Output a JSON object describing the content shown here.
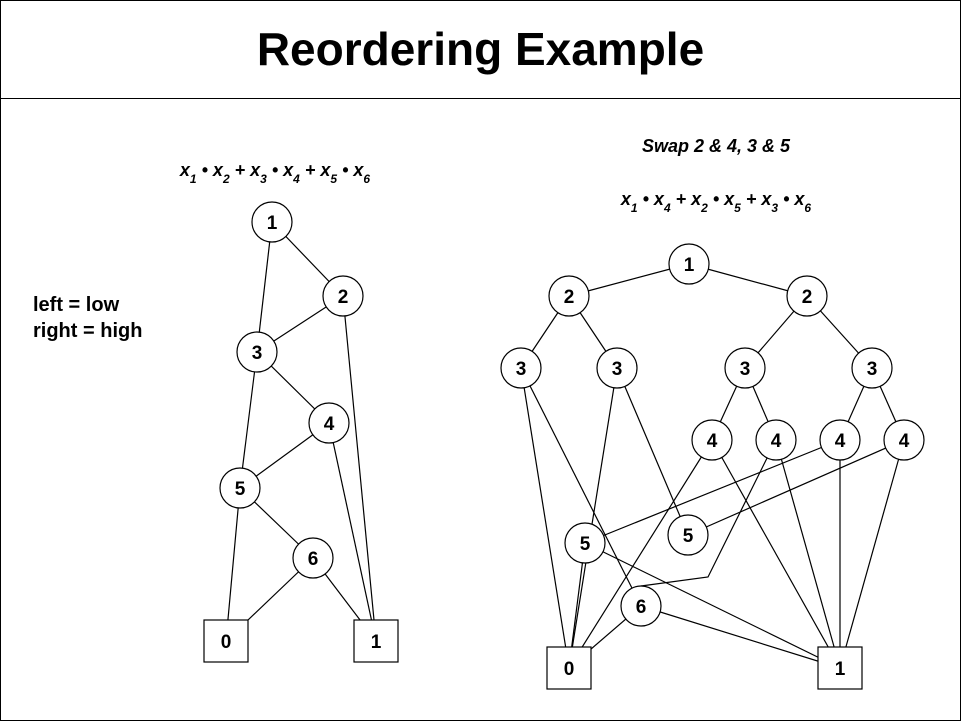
{
  "title": "Reordering Example",
  "left": {
    "expression": {
      "parts": [
        {
          "t": "x",
          "s": "1"
        },
        {
          "t": " • x",
          "s": "2"
        },
        {
          "t": " + x",
          "s": "3"
        },
        {
          "t": " • x",
          "s": "4"
        },
        {
          "t": " + x",
          "s": "5"
        },
        {
          "t": " • x",
          "s": "6"
        }
      ]
    },
    "note_line1": "left = low",
    "note_line2": "right = high",
    "nodes": [
      {
        "id": "L1",
        "label": "1"
      },
      {
        "id": "L2",
        "label": "2"
      },
      {
        "id": "L3",
        "label": "3"
      },
      {
        "id": "L4",
        "label": "4"
      },
      {
        "id": "L5",
        "label": "5"
      },
      {
        "id": "L6",
        "label": "6"
      },
      {
        "id": "L0t",
        "label": "0",
        "terminal": true
      },
      {
        "id": "L1t",
        "label": "1",
        "terminal": true
      }
    ]
  },
  "right": {
    "caption": "Swap 2 & 4, 3 & 5",
    "expression": {
      "parts": [
        {
          "t": "x",
          "s": "1"
        },
        {
          "t": " • x",
          "s": "4"
        },
        {
          "t": " + x",
          "s": "2"
        },
        {
          "t": " • x",
          "s": "5"
        },
        {
          "t": " + x",
          "s": "3"
        },
        {
          "t": " • x",
          "s": "6"
        }
      ]
    },
    "nodes": [
      {
        "id": "R1",
        "label": "1"
      },
      {
        "id": "R2a",
        "label": "2"
      },
      {
        "id": "R2b",
        "label": "2"
      },
      {
        "id": "R3a",
        "label": "3"
      },
      {
        "id": "R3b",
        "label": "3"
      },
      {
        "id": "R3c",
        "label": "3"
      },
      {
        "id": "R3d",
        "label": "3"
      },
      {
        "id": "R4a",
        "label": "4"
      },
      {
        "id": "R4b",
        "label": "4"
      },
      {
        "id": "R4c",
        "label": "4"
      },
      {
        "id": "R4d",
        "label": "4"
      },
      {
        "id": "R5a",
        "label": "5"
      },
      {
        "id": "R5b",
        "label": "5"
      },
      {
        "id": "R6",
        "label": "6"
      },
      {
        "id": "R0t",
        "label": "0",
        "terminal": true
      },
      {
        "id": "R1t",
        "label": "1",
        "terminal": true
      }
    ]
  }
}
